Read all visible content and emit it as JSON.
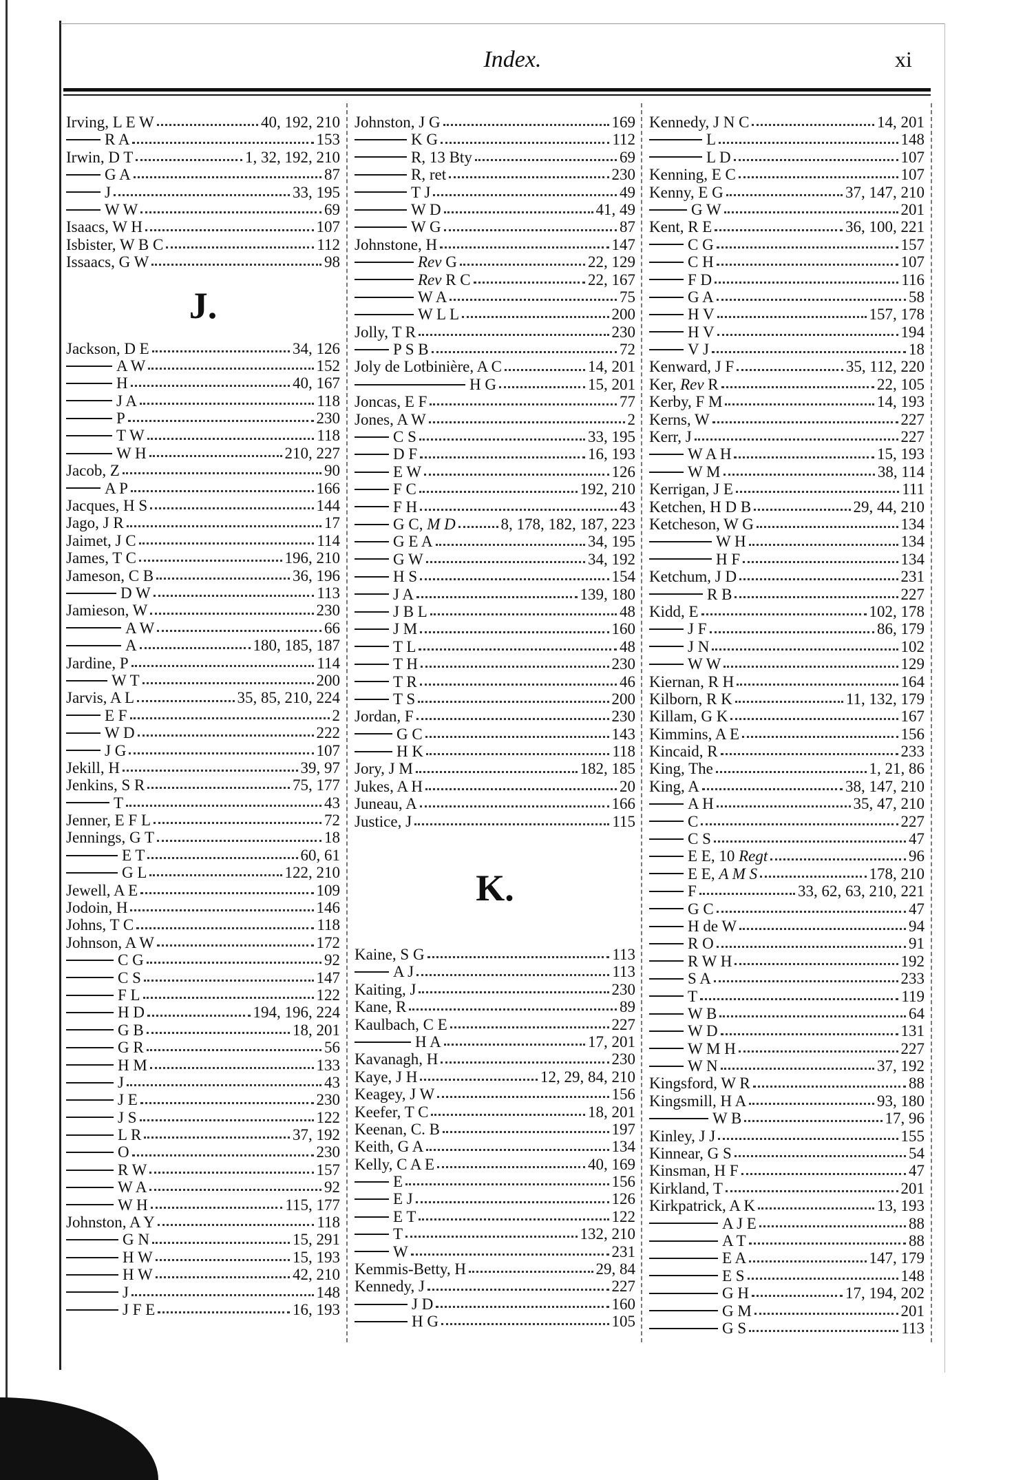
{
  "header": {
    "title": "Index.",
    "page_number": "xi"
  },
  "columns": [
    [
      {
        "n": "Irving, L E W",
        "p": "40, 192, 210"
      },
      {
        "d": 1,
        "n": "R A",
        "p": "153"
      },
      {
        "n": "Irwin, D T",
        "p": "1, 32, 192, 210"
      },
      {
        "d": 1,
        "n": "G A",
        "p": "87"
      },
      {
        "d": 1,
        "n": "J",
        "p": "33, 195"
      },
      {
        "d": 1,
        "n": "W W",
        "p": "69"
      },
      {
        "n": "Isaacs, W H",
        "p": "107"
      },
      {
        "n": "Isbister, W B C",
        "p": "112"
      },
      {
        "n": "Issaacs, G W",
        "p": "98"
      },
      {
        "h": "J."
      },
      {
        "n": "Jackson, D E",
        "p": "34, 126"
      },
      {
        "d": 1,
        "n": "A W",
        "p": "152"
      },
      {
        "d": 1,
        "n": "H",
        "p": "40, 167"
      },
      {
        "d": 1,
        "n": "J A",
        "p": "118"
      },
      {
        "d": 1,
        "n": "P",
        "p": "230"
      },
      {
        "d": 1,
        "n": "T W",
        "p": "118"
      },
      {
        "d": 1,
        "n": "W H",
        "p": "210, 227"
      },
      {
        "n": "Jacob, Z",
        "p": "90"
      },
      {
        "d": 1,
        "n": "A P",
        "p": "166"
      },
      {
        "n": "Jacques, H S",
        "p": "144"
      },
      {
        "n": "Jago, J R",
        "p": "17"
      },
      {
        "n": "Jaimet, J C",
        "p": "114"
      },
      {
        "n": "James, T C",
        "p": "196, 210"
      },
      {
        "n": "Jameson, C B",
        "p": "36, 196"
      },
      {
        "d": 1,
        "n": "D W",
        "p": "113"
      },
      {
        "n": "Jamieson, W",
        "p": "230"
      },
      {
        "d": 1,
        "n": "A W",
        "p": "66"
      },
      {
        "d": 1,
        "n": "A",
        "p": "180, 185, 187"
      },
      {
        "n": "Jardine, P",
        "p": "114"
      },
      {
        "d": 1,
        "n": "W T",
        "p": "200"
      },
      {
        "n": "Jarvis, A L",
        "p": "35, 85, 210, 224"
      },
      {
        "d": 1,
        "n": "E F",
        "p": "2"
      },
      {
        "d": 1,
        "n": "W D",
        "p": "222"
      },
      {
        "d": 1,
        "n": "J G",
        "p": "107"
      },
      {
        "n": "Jekill, H",
        "p": "39, 97"
      },
      {
        "n": "Jenkins, S R",
        "p": "75, 177"
      },
      {
        "d": 1,
        "n": "T",
        "p": "43"
      },
      {
        "n": "Jenner, E F L",
        "p": "72"
      },
      {
        "n": "Jennings, G T",
        "p": "18"
      },
      {
        "d": 1,
        "n": "E T",
        "p": "60, 61"
      },
      {
        "d": 1,
        "n": "G L",
        "p": "122, 210"
      },
      {
        "n": "Jewell, A E",
        "p": "109"
      },
      {
        "n": "Jodoin, H",
        "p": "146"
      },
      {
        "n": "Johns, T C",
        "p": "118"
      },
      {
        "n": "Johnson, A W",
        "p": "172"
      },
      {
        "d": 1,
        "n": "C G",
        "p": "92"
      },
      {
        "d": 1,
        "n": "C S",
        "p": "147"
      },
      {
        "d": 1,
        "n": "F L",
        "p": "122"
      },
      {
        "d": 1,
        "n": "H D",
        "p": "194, 196, 224"
      },
      {
        "d": 1,
        "n": "G B",
        "p": "18, 201"
      },
      {
        "d": 1,
        "n": "G R",
        "p": "56"
      },
      {
        "d": 1,
        "n": "H M",
        "p": "133"
      },
      {
        "d": 1,
        "n": "J",
        "p": "43"
      },
      {
        "d": 1,
        "n": "J E",
        "p": "230"
      },
      {
        "d": 1,
        "n": "J S",
        "p": "122"
      },
      {
        "d": 1,
        "n": "L R",
        "p": "37, 192"
      },
      {
        "d": 1,
        "n": "O",
        "p": "230"
      },
      {
        "d": 1,
        "n": "R W",
        "p": "157"
      },
      {
        "d": 1,
        "n": "W A",
        "p": "92"
      },
      {
        "d": 1,
        "n": "W H",
        "p": "115, 177"
      },
      {
        "n": "Johnston, A Y",
        "p": "118"
      },
      {
        "d": 1,
        "n": "G N",
        "p": "15, 291"
      },
      {
        "d": 1,
        "n": "H W",
        "p": "15, 193"
      },
      {
        "d": 1,
        "n": "H W",
        "p": "42, 210"
      },
      {
        "d": 1,
        "n": "J",
        "p": "148"
      },
      {
        "d": 1,
        "n": "J F E",
        "p": "16, 193"
      }
    ],
    [
      {
        "n": "Johnston, J G",
        "p": "169"
      },
      {
        "d": 1,
        "n": "K G",
        "p": "112"
      },
      {
        "d": 1,
        "n": "R, 13 Bty",
        "p": "69"
      },
      {
        "d": 1,
        "n": "R, ret",
        "p": "230"
      },
      {
        "d": 1,
        "n": "T J",
        "p": "49"
      },
      {
        "d": 1,
        "n": "W D",
        "p": "41, 49"
      },
      {
        "d": 1,
        "n": "W G",
        "p": "87"
      },
      {
        "n": "Johnstone, H",
        "p": "147"
      },
      {
        "d": 1,
        "n": "",
        "it": "Rev",
        "post": " G",
        "p": "22, 129"
      },
      {
        "d": 1,
        "n": "",
        "it": "Rev",
        "post": " R C",
        "p": "22, 167"
      },
      {
        "d": 1,
        "n": "W A",
        "p": "75"
      },
      {
        "d": 1,
        "n": "W L L",
        "p": "200"
      },
      {
        "n": "Jolly, T R",
        "p": "230"
      },
      {
        "d": 1,
        "n": "P S B",
        "p": "72"
      },
      {
        "n": "Joly de Lotbinière, A C",
        "p": "14, 201"
      },
      {
        "d": 1,
        "n": "H G",
        "p": "15, 201"
      },
      {
        "n": "Joncas, E F",
        "p": "77"
      },
      {
        "n": "Jones, A W",
        "p": "2"
      },
      {
        "d": 1,
        "n": "C S",
        "p": "33, 195"
      },
      {
        "d": 1,
        "n": "D F",
        "p": "16, 193"
      },
      {
        "d": 1,
        "n": "E W",
        "p": "126"
      },
      {
        "d": 1,
        "n": "F C",
        "p": "192, 210"
      },
      {
        "d": 1,
        "n": "F H",
        "p": "43"
      },
      {
        "d": 1,
        "n": "G C, ",
        "it": "M D",
        "p": "8, 178, 182, 187, 223"
      },
      {
        "d": 1,
        "n": "G E A",
        "p": "34, 195"
      },
      {
        "d": 1,
        "n": "G W",
        "p": "34, 192"
      },
      {
        "d": 1,
        "n": "H S",
        "p": "154"
      },
      {
        "d": 1,
        "n": "J A",
        "p": "139, 180"
      },
      {
        "d": 1,
        "n": "J B L",
        "p": "48"
      },
      {
        "d": 1,
        "n": "J M",
        "p": "160"
      },
      {
        "d": 1,
        "n": "T L",
        "p": "48"
      },
      {
        "d": 1,
        "n": "T H",
        "p": "230"
      },
      {
        "d": 1,
        "n": "T R",
        "p": "46"
      },
      {
        "d": 1,
        "n": "T S",
        "p": "200"
      },
      {
        "n": "Jordan, F",
        "p": "230"
      },
      {
        "d": 1,
        "n": "G C",
        "p": "143"
      },
      {
        "d": 1,
        "n": "H K",
        "p": "118"
      },
      {
        "n": "Jory, J M",
        "p": "182, 185"
      },
      {
        "n": "Jukes, A H",
        "p": "20"
      },
      {
        "n": "Juneau, A",
        "p": "166"
      },
      {
        "n": "Justice, J",
        "p": "115"
      },
      {
        "h": "K."
      },
      {
        "n": "Kaine, S G",
        "p": "113"
      },
      {
        "d": 1,
        "n": "A J",
        "p": "113"
      },
      {
        "n": "Kaiting, J",
        "p": "230"
      },
      {
        "n": "Kane, R",
        "p": "89"
      },
      {
        "n": "Kaulbach, C E",
        "p": "227"
      },
      {
        "d": 1,
        "n": "H A",
        "p": "17, 201"
      },
      {
        "n": "Kavanagh, H",
        "p": "230"
      },
      {
        "n": "Kaye, J H",
        "p": "12, 29, 84, 210"
      },
      {
        "n": "Keagey, J W",
        "p": "156"
      },
      {
        "n": "Keefer, T C",
        "p": "18, 201"
      },
      {
        "n": "Keenan, C. B",
        "p": "197"
      },
      {
        "n": "Keith, G A",
        "p": "134"
      },
      {
        "n": "Kelly, C A E",
        "p": "40, 169"
      },
      {
        "d": 1,
        "n": "E",
        "p": "156"
      },
      {
        "d": 1,
        "n": "E J",
        "p": "126"
      },
      {
        "d": 1,
        "n": "E T",
        "p": "122"
      },
      {
        "d": 1,
        "n": "T",
        "p": "132, 210"
      },
      {
        "d": 1,
        "n": "W",
        "p": "231"
      },
      {
        "n": "Kemmis-Betty, H",
        "p": "29, 84"
      },
      {
        "n": "Kennedy, J",
        "p": "227"
      },
      {
        "d": 1,
        "n": "J D",
        "p": "160"
      },
      {
        "d": 1,
        "n": "H G",
        "p": "105"
      }
    ],
    [
      {
        "n": "Kennedy, J N C",
        "p": "14, 201"
      },
      {
        "d": 1,
        "n": "L",
        "p": "148"
      },
      {
        "d": 1,
        "n": "L D",
        "p": "107"
      },
      {
        "n": "Kenning, E C",
        "p": "107"
      },
      {
        "n": "Kenny, E G",
        "p": "37, 147, 210"
      },
      {
        "d": 1,
        "n": "G W",
        "p": "201"
      },
      {
        "n": "Kent, R E",
        "p": "36, 100, 221"
      },
      {
        "d": 1,
        "n": "C G",
        "p": "157"
      },
      {
        "d": 1,
        "n": "C H",
        "p": "107"
      },
      {
        "d": 1,
        "n": "F D",
        "p": "116"
      },
      {
        "d": 1,
        "n": "G A",
        "p": "58"
      },
      {
        "d": 1,
        "n": "H V",
        "p": "157, 178"
      },
      {
        "d": 1,
        "n": "H V",
        "p": "194"
      },
      {
        "d": 1,
        "n": "V J",
        "p": "18"
      },
      {
        "n": "Kenward, J F",
        "p": "35, 112, 220"
      },
      {
        "n": "Ker, ",
        "it": "Rev",
        "post": " R",
        "p": "22, 105"
      },
      {
        "n": "Kerby, F M",
        "p": "14, 193"
      },
      {
        "n": "Kerns, W",
        "p": "227"
      },
      {
        "n": "Kerr, J",
        "p": "227"
      },
      {
        "d": 1,
        "n": "W A H",
        "p": "15, 193"
      },
      {
        "d": 1,
        "n": "W M",
        "p": "38, 114"
      },
      {
        "n": "Kerrigan, J E",
        "p": "111"
      },
      {
        "n": "Ketchen, H D B",
        "p": "29, 44, 210"
      },
      {
        "n": "Ketcheson, W G",
        "p": "134"
      },
      {
        "d": 1,
        "n": "W H",
        "p": "134"
      },
      {
        "d": 1,
        "n": "H F",
        "p": "134"
      },
      {
        "n": "Ketchum, J D",
        "p": "231"
      },
      {
        "d": 1,
        "n": "R B",
        "p": "227"
      },
      {
        "n": "Kidd, E",
        "p": "102, 178"
      },
      {
        "d": 1,
        "n": "J F",
        "p": "86, 179"
      },
      {
        "d": 1,
        "n": "J N",
        "p": "102"
      },
      {
        "d": 1,
        "n": "W W",
        "p": "129"
      },
      {
        "n": "Kiernan, R H",
        "p": "164"
      },
      {
        "n": "Kilborn, R K",
        "p": "11, 132, 179"
      },
      {
        "n": "Killam, G K",
        "p": "167"
      },
      {
        "n": "Kimmins, A E",
        "p": "156"
      },
      {
        "n": "Kincaid, R",
        "p": "233"
      },
      {
        "n": "King, The",
        "p": "1, 21, 86"
      },
      {
        "n": "King, A",
        "p": "38, 147, 210"
      },
      {
        "d": 1,
        "n": "A H",
        "p": "35, 47, 210"
      },
      {
        "d": 1,
        "n": "C",
        "p": "227"
      },
      {
        "d": 1,
        "n": "C S",
        "p": "47"
      },
      {
        "d": 1,
        "n": "E E, 10 ",
        "it": "Regt",
        "p": "96"
      },
      {
        "d": 1,
        "n": "E E, ",
        "it": "A M S",
        "p": "178, 210"
      },
      {
        "d": 1,
        "n": "F",
        "p": "33, 62, 63, 210, 221"
      },
      {
        "d": 1,
        "n": "G C",
        "p": "47"
      },
      {
        "d": 1,
        "n": "H de W",
        "p": "94"
      },
      {
        "d": 1,
        "n": "R O",
        "p": "91"
      },
      {
        "d": 1,
        "n": "R W H",
        "p": "192"
      },
      {
        "d": 1,
        "n": "S A",
        "p": "233"
      },
      {
        "d": 1,
        "n": "T",
        "p": "119"
      },
      {
        "d": 1,
        "n": "W B",
        "p": "64"
      },
      {
        "d": 1,
        "n": "W D",
        "p": "131"
      },
      {
        "d": 1,
        "n": "W M H",
        "p": "227"
      },
      {
        "d": 1,
        "n": "W N",
        "p": "37, 192"
      },
      {
        "n": "Kingsford, W R",
        "p": "88"
      },
      {
        "n": "Kingsmill, H A",
        "p": "93, 180"
      },
      {
        "d": 1,
        "n": "W B",
        "p": "17, 96"
      },
      {
        "n": "Kinley, J J",
        "p": "155"
      },
      {
        "n": "Kinnear, G S",
        "p": "54"
      },
      {
        "n": "Kinsman, H F",
        "p": "47"
      },
      {
        "n": "Kirkland, T",
        "p": "201"
      },
      {
        "n": "Kirkpatrick, A K",
        "p": "13, 193"
      },
      {
        "d": 1,
        "n": "A J E",
        "p": "88"
      },
      {
        "d": 1,
        "n": "A T",
        "p": "88"
      },
      {
        "d": 1,
        "n": "E A",
        "p": "147, 179"
      },
      {
        "d": 1,
        "n": "E S",
        "p": "148"
      },
      {
        "d": 1,
        "n": "G H",
        "p": "17, 194, 202"
      },
      {
        "d": 1,
        "n": "G M",
        "p": "201"
      },
      {
        "d": 1,
        "n": "G S",
        "p": "113"
      }
    ]
  ]
}
